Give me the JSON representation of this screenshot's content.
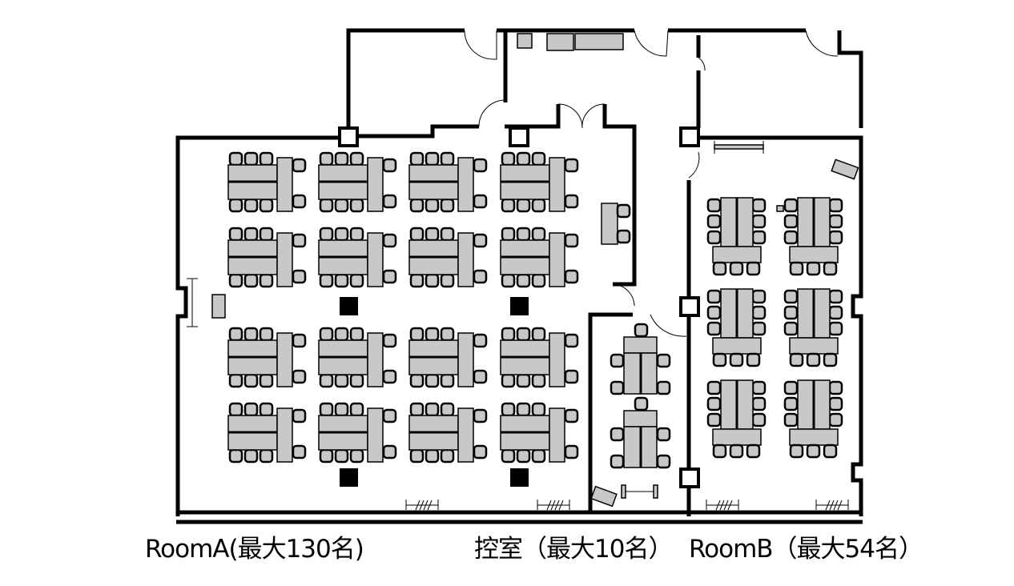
{
  "rooms": [
    {
      "id": "room-a",
      "label": "RoomA(最大130名)"
    },
    {
      "id": "ante-room",
      "label": "控室（最大10名）"
    },
    {
      "id": "room-b",
      "label": "RoomB（最大54名）"
    }
  ],
  "colors": {
    "wall": "#000000",
    "furniture": "#c8c8c8"
  }
}
